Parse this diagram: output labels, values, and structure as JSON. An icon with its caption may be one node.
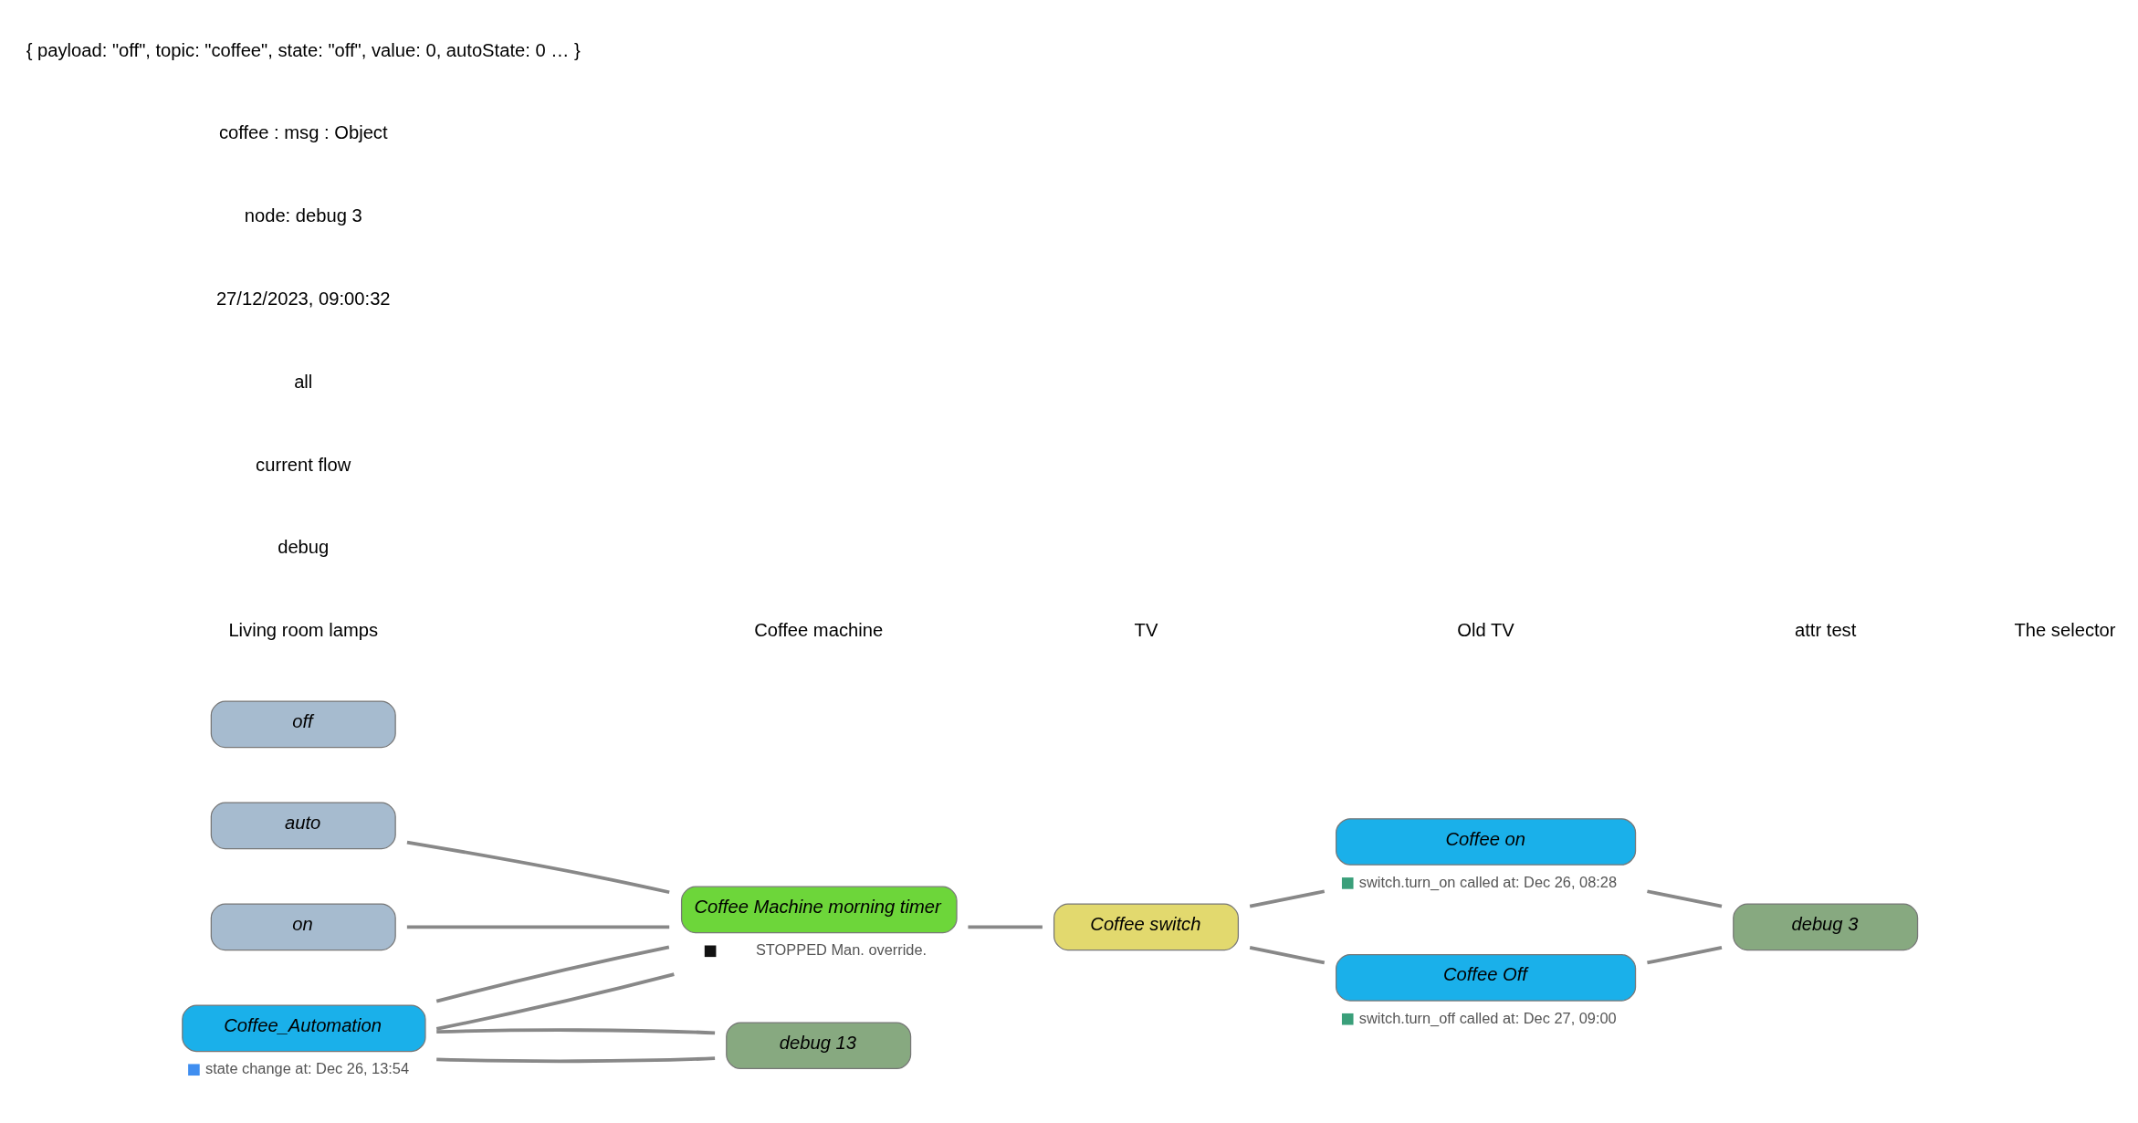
{
  "diagram": {
    "nodes": [
      {
        "text": [
          "auto"
        ]
      },
      {
        "text": [
          "off"
        ]
      },
      {
        "text": [
          "on"
        ]
      },
      {
        "text": [
          "Coffee_Automation"
        ],
        "beside": [
          "state change at: Dec 26, 13:54"
        ]
      },
      {
        "text": [
          "debug 13"
        ]
      },
      {
        "text": [
          "debug 3"
        ]
      },
      {
        "text": [
          "Coffee Machine morning timer"
        ],
        "beside": [
          "STOPPED Man. override."
        ]
      },
      {
        "text": [
          "Coffee switch"
        ]
      },
      {
        "text": [
          "Coffee on"
        ],
        "beside": [
          "switch.turn_on called at: Dec 26, 08:28"
        ]
      },
      {
        "text": [
          "Coffee Off"
        ],
        "beside": [
          "switch.turn_off called at: Dec 27, 09:00"
        ]
      }
    ],
    "edges": [
      {
        "from": 0,
        "to": 6,
        "arrow": "none"
      },
      {
        "from": 2,
        "to": 6,
        "arrow": "none"
      },
      {
        "from": 3,
        "to": 4,
        "arrow": "none"
      },
      {
        "from": 3,
        "to": 4,
        "arrow": "none"
      },
      {
        "from": 3,
        "to": 6,
        "arrow": "none"
      },
      {
        "from": 3,
        "to": 6,
        "arrow": "none"
      },
      {
        "from": 6,
        "to": 7,
        "arrow": "none"
      },
      {
        "from": 7,
        "to": 8,
        "arrow": "none"
      },
      {
        "from": 7,
        "to": 9,
        "arrow": "none"
      },
      {
        "from": 8,
        "to": 5,
        "arrow": "none"
      },
      {
        "from": 9,
        "to": 5,
        "arrow": "none"
      }
    ],
    "labels": [
      "Living room lamps",
      "Coffee machine",
      "TV",
      "Old TV",
      "attr test",
      "The selector",
      "debug",
      "current flow",
      "all",
      "27/12/2023, 09:00:32",
      "node: debug 3",
      "coffee : msg : Object",
      "{ payload: \"off\", topic: \"coffee\", state: \"off\", value: 0, autoState: 0 … }"
    ]
  }
}
